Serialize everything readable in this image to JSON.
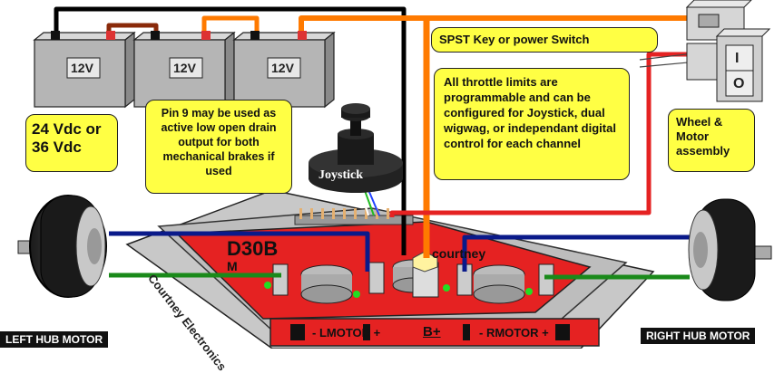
{
  "batteries": [
    {
      "label": "12V"
    },
    {
      "label": "12V"
    },
    {
      "label": "12V"
    }
  ],
  "callouts": {
    "voltage": "24 Vdc or 36 Vdc",
    "pin9": "Pin 9 may be used as active low open drain output for both mechanical brakes if used",
    "switch": "SPST Key or power Switch",
    "throttle": "All throttle limits are programmable and can be configured for Joystick, dual wigwag, or independant digital control for each channel",
    "wheel": "Wheel & Motor assembly"
  },
  "joystick": {
    "label": "Joystick"
  },
  "switch": {
    "on_label": "I",
    "off_label": "O"
  },
  "controller": {
    "model": "D30B",
    "brand": "Courtney",
    "brand_lower": "courtney",
    "maker": "Courtney Electronics",
    "model_suffix": "M",
    "bus_left": "- LMOTOR +",
    "bus_center": "B+",
    "bus_right": "- RMOTOR +"
  },
  "motors": {
    "left": "LEFT HUB MOTOR",
    "right": "RIGHT HUB MOTOR"
  },
  "colors": {
    "callout_fill": "#ffff44",
    "battery_fill": "#b5b5b5",
    "board_red": "#e52222",
    "wire_orange": "#ff7a00",
    "wire_red": "#e52222",
    "wire_blue": "#0a1a8a",
    "wire_green": "#1a8a1a",
    "wire_black": "#000000"
  }
}
